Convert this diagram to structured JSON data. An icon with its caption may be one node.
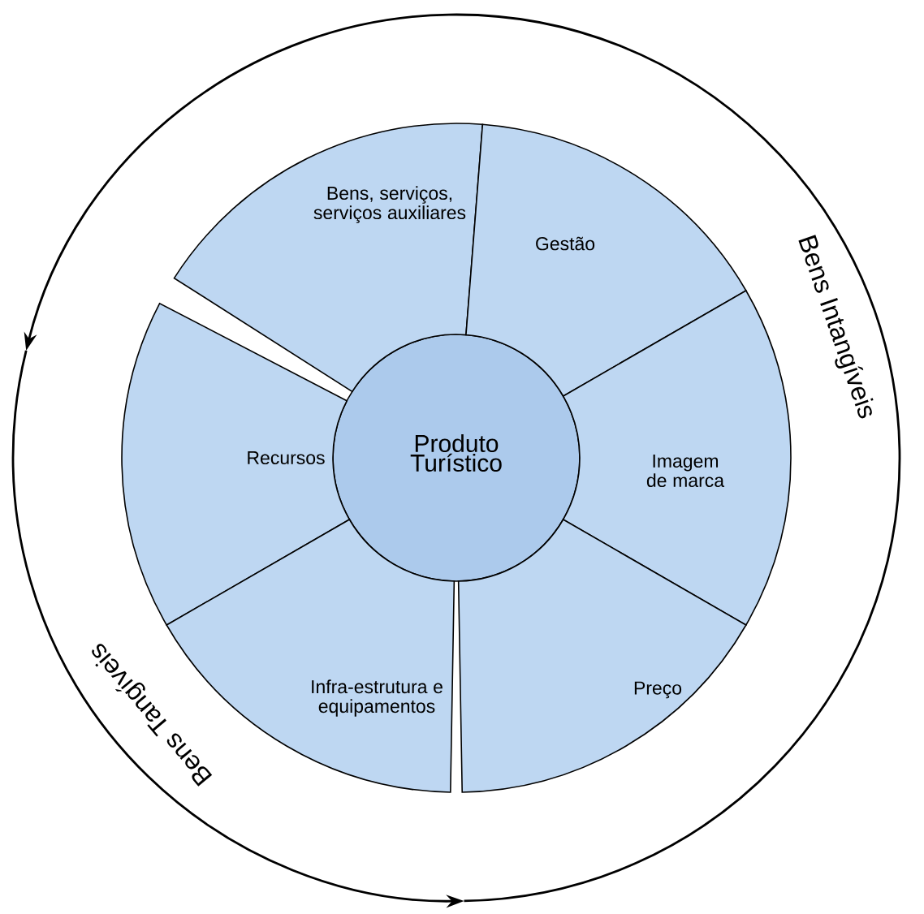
{
  "diagram": {
    "nodes": [
      {
        "text": [
          "Produto Turístico"
        ]
      },
      {
        "text": [
          "Bens, serviços, serviços auxiliares"
        ]
      },
      {
        "text": [
          "Gestão"
        ]
      },
      {
        "text": [
          "Recursos"
        ]
      },
      {
        "text": [
          "Imagem de marca"
        ]
      },
      {
        "text": [
          "Infra-estrutura e equipamentos"
        ]
      },
      {
        "text": [
          "Preço"
        ]
      }
    ],
    "labels": [
      "Bens Intangíveis",
      "Bens Tangíveis"
    ]
  }
}
